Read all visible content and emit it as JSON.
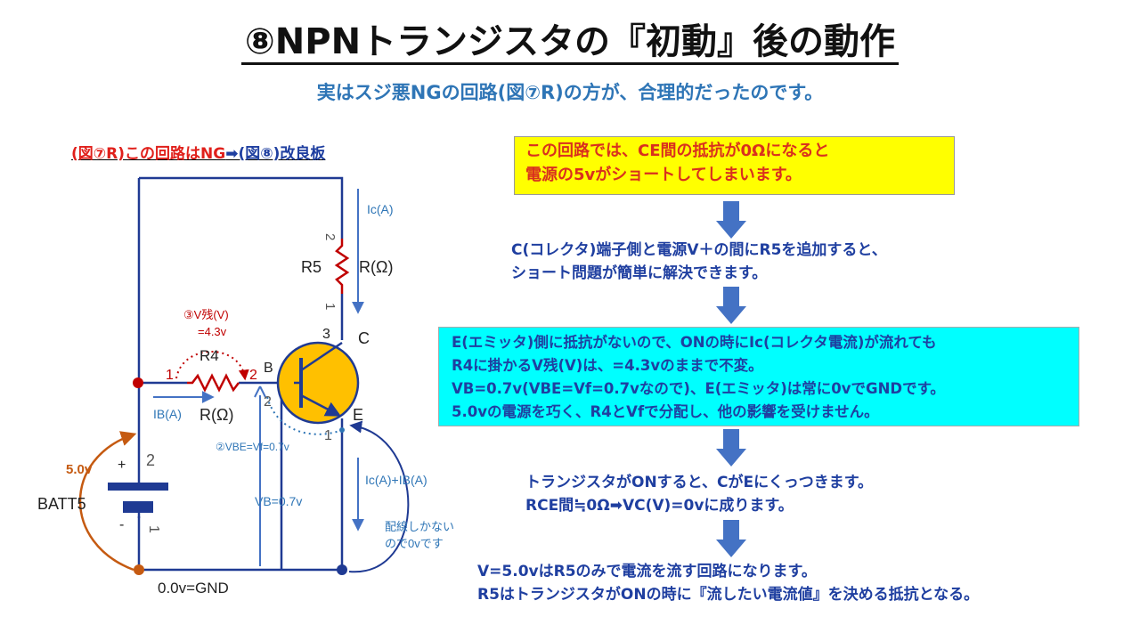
{
  "title": "⑧NPNトランジスタの『初動』後の動作",
  "subtitle": "実はスジ悪NGの回路(図⑦R)の方が、合理的だったのです。",
  "circuit": {
    "caption_red": "(図⑦R)この回路はNG",
    "caption_arrow": "➡",
    "caption_blue": "(図⑧)改良板",
    "ic_label": "Ic(A)",
    "r5_pin_top": "2",
    "r5_pin_bottom": "1",
    "r5_name": "R5",
    "r5_value": "R(Ω)",
    "v_residual_label": "③V残(V)",
    "v_residual_value": "=4.3v",
    "r4_name": "R4",
    "r4_pin_left": "1",
    "r4_pin_right": "2",
    "ib_label": "IB(A)",
    "r4_value": "R(Ω)",
    "base_label": "B",
    "base_pin": "2",
    "collector_pin": "3",
    "collector_label": "C",
    "emitter_label": "E",
    "emitter_pin": "1",
    "vbe_label": "②VBE=Vf=0.7v",
    "battery_voltage": "5.0v",
    "battery_plus": "+",
    "battery_pin_top": "2",
    "battery_name": "BATT5",
    "battery_minus": "-",
    "battery_pin_bottom": "1",
    "vb_label": "VB=0.7v",
    "ic_ib_label": "Ic(A)+IB(A)",
    "no_wire_note_1": "配線しかない",
    "no_wire_note_2": "ので0vです",
    "gnd_label": "0.0v=GND"
  },
  "flow": {
    "yellow_line1": "この回路では、CE間の抵抗が0Ωになると",
    "yellow_line2": "電源の5vがショートしてしまいます。",
    "step1_line1": "C(コレクタ)端子側と電源V＋の間にR5を追加すると、",
    "step1_line2": "ショート問題が簡単に解決できます。",
    "cyan_line1": "E(エミッタ)側に抵抗がないので、ONの時にIc(コレクタ電流)が流れても",
    "cyan_line2": "R4に掛かるV残(V)は、=4.3vのままで不変。",
    "cyan_line3": "VB=0.7v(VBE=Vf=0.7vなので)、E(エミッタ)は常に0vでGNDです。",
    "cyan_line4": "5.0vの電源を巧く、R4とVfで分配し、他の影響を受けません。",
    "step3_line1": "トランジスタがONすると、CがEにくっつきます。",
    "step3_line2": "RCE間≒0Ω➡VC(V)=0vに成ります。",
    "step4_line1": "V=5.0vはR5のみで電流を流す回路になります。",
    "step4_line2": "R5はトランジスタがONの時に『流したい電流値』を決める抵抗となる。"
  },
  "colors": {
    "wire": "#1F3A93",
    "arrow_blue": "#4472C4",
    "red_node": "#C00000",
    "brown": "#C55A11",
    "transistor_fill": "#FFC000",
    "yellow_box": "#FFFF00",
    "cyan_box": "#00FFFF",
    "text_blue": "#1F3FA0",
    "text_red": "#D9301E"
  }
}
